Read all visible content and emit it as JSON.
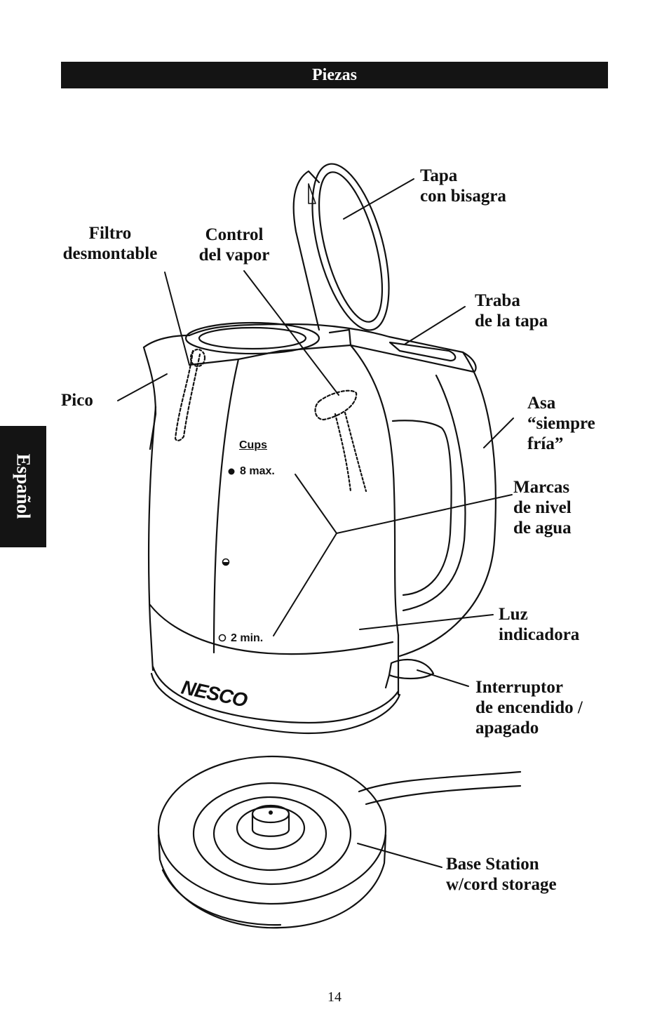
{
  "header": {
    "title": "Piezas"
  },
  "side_tab": {
    "label": "Español"
  },
  "labels": {
    "tapa": "Tapa\ncon bisagra",
    "filtro": "Filtro\ndesmontable",
    "control": "Control\ndel vapor",
    "traba": "Traba\nde la tapa",
    "pico": "Pico",
    "asa": "Asa\n“siempre\nfría”",
    "marcas": "Marcas\nde nivel\nde agua",
    "luz": "Luz\nindicadora",
    "interruptor": "Interruptor\nde encendido /\napagado",
    "base": "Base Station\nw/cord storage"
  },
  "kettle_markings": {
    "cups": "Cups",
    "max": "8 max.",
    "min": "2 min.",
    "brand": "NESCO"
  },
  "page_number": "14"
}
